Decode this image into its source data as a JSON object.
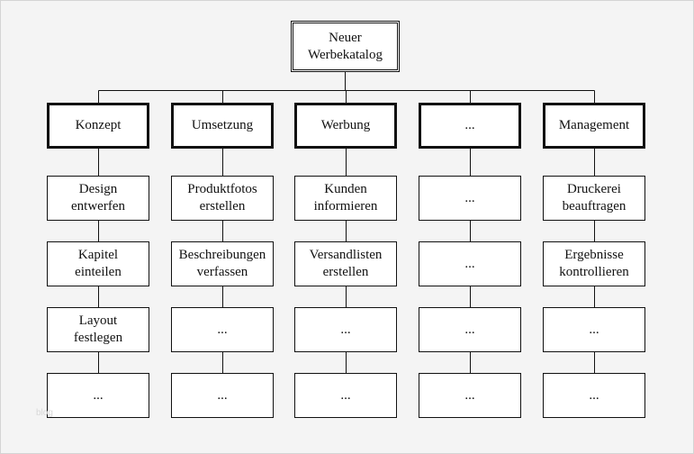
{
  "root": {
    "label": "Neuer\nWerbekatalog"
  },
  "columns": [
    {
      "label": "Konzept",
      "tasks": [
        "Design\nentwerfen",
        "Kapitel\neinteilen",
        "Layout\nfestlegen",
        "..."
      ]
    },
    {
      "label": "Umsetzung",
      "tasks": [
        "Produktfotos\nerstellen",
        "Beschreibungen\nverfassen",
        "...",
        "..."
      ]
    },
    {
      "label": "Werbung",
      "tasks": [
        "Kunden\ninformieren",
        "Versandlisten\nerstellen",
        "...",
        "..."
      ]
    },
    {
      "label": "...",
      "tasks": [
        "...",
        "...",
        "...",
        "..."
      ]
    },
    {
      "label": "Management",
      "tasks": [
        "Druckerei\nbeauftragen",
        "Ergebnisse\nkontrollieren",
        "...",
        "..."
      ]
    }
  ],
  "watermark": "blog"
}
